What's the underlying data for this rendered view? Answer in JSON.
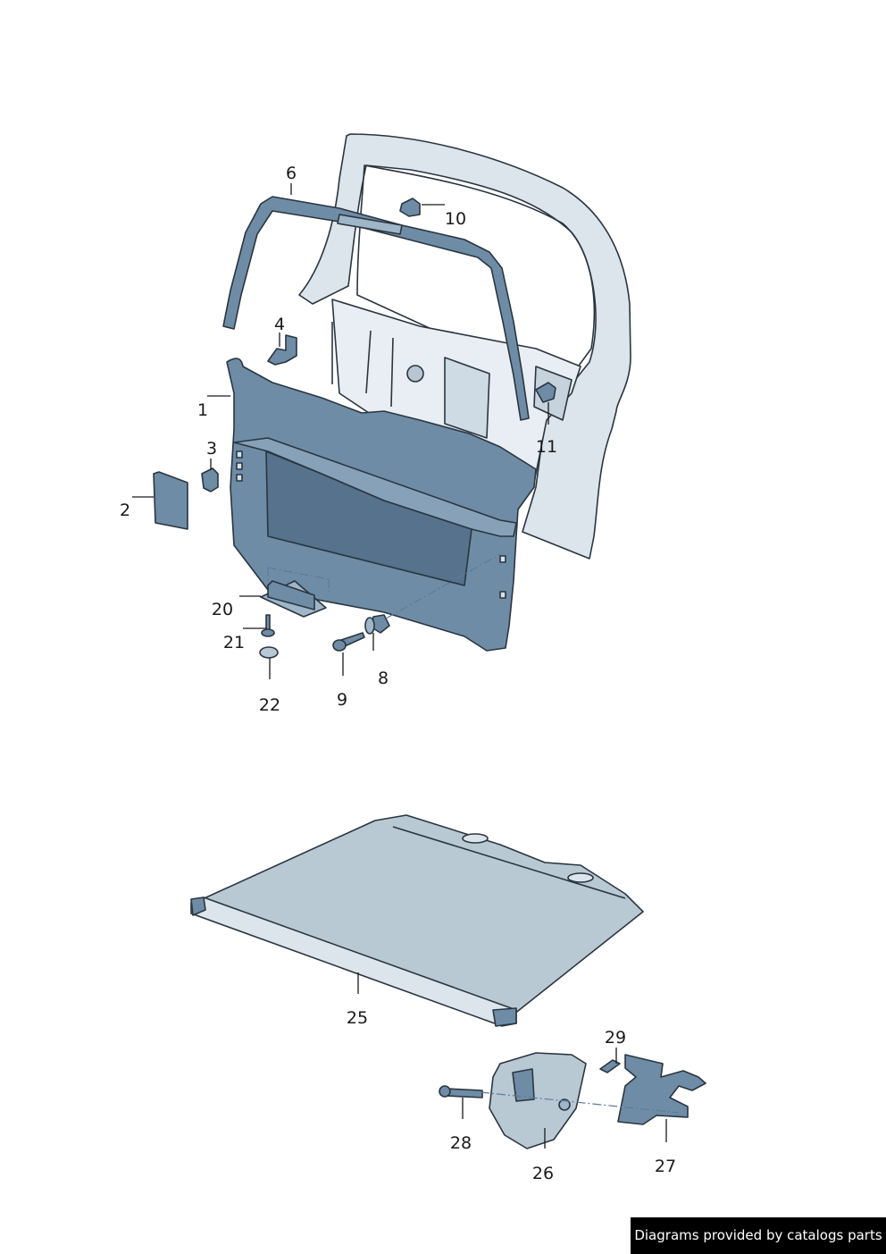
{
  "part_labels": {
    "p1": "1",
    "p2": "2",
    "p3": "3",
    "p4": "4",
    "p6": "6",
    "p8": "8",
    "p9": "9",
    "p10": "10",
    "p11": "11",
    "p20": "20",
    "p21": "21",
    "p22": "22",
    "p25": "25",
    "p26": "26",
    "p27": "27",
    "p28": "28",
    "p29": "29"
  },
  "credit": "Diagrams provided by catalogs parts",
  "colors": {
    "panel": "#6f8ca6",
    "panel_dark": "#56728c",
    "frame": "#dde5ec",
    "cover": "#b9c9d4",
    "outline": "#2a3540"
  }
}
